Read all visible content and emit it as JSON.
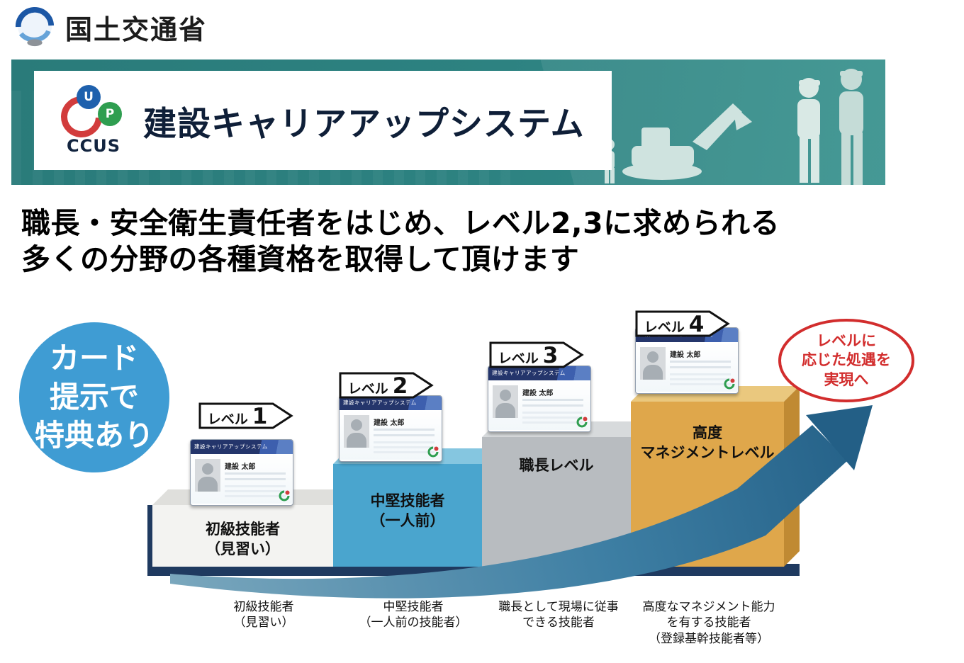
{
  "header": {
    "ministry": "国土交通省"
  },
  "banner": {
    "ccus_acronym": "CCUS",
    "ccus_letter_u": "U",
    "ccus_letter_p": "P",
    "title": "建設キャリアアップシステム"
  },
  "heading": {
    "line1": "職長・安全衛生責任者をはじめ、レベル2,3に求められる",
    "line2": "多くの分野の各種資格を取得して頂けます"
  },
  "badge": {
    "text": "カード\n提示で\n特典あり",
    "color": "#3f9cd3"
  },
  "goal": {
    "text": "レベルに\n応じた処遇を\n実現へ",
    "color": "#d22d2d"
  },
  "card": {
    "header": "建設キャリアアップシステム",
    "name": "建設 太郎"
  },
  "levels": [
    {
      "label_prefix": "レベル",
      "number": "1",
      "step_text": "初級技能者\n（見習い）",
      "caption": "初級技能者\n（見習い）",
      "front_color": "#f3f3f1",
      "top_color": "#dfdfdc"
    },
    {
      "label_prefix": "レベル",
      "number": "2",
      "step_text": "中堅技能者\n（一人前）",
      "caption": "中堅技能者\n（一人前の技能者）",
      "front_color": "#4aa5ce",
      "top_color": "#85c6e0"
    },
    {
      "label_prefix": "レベル",
      "number": "3",
      "step_text": "職長レベル",
      "caption": "職長として現場に従事\nできる技能者",
      "front_color": "#b8bcc0",
      "top_color": "#d7dadc"
    },
    {
      "label_prefix": "レベル",
      "number": "4",
      "step_text": "高度\nマネジメントレベル",
      "caption": "高度なマネジメント能力\nを有する技能者\n（登録基幹技能者等）",
      "front_color": "#dfa74b",
      "top_color": "#eac87e",
      "side_color": "#c08a33"
    }
  ],
  "colors": {
    "banner_teal": "#2d8281",
    "base_navy": "#1f3a60",
    "arrow_start": "#7aa7bd",
    "arrow_end": "#235f86",
    "card_header_navy": "#24356b"
  }
}
